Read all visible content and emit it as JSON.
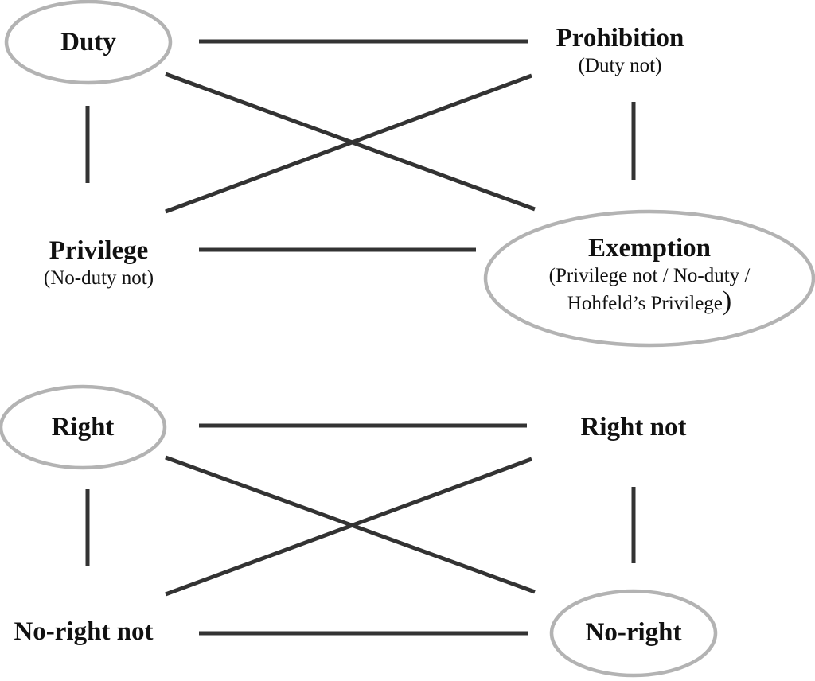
{
  "square_1": {
    "duty": {
      "name": "Duty"
    },
    "prohibition": {
      "name": "Prohibition",
      "gloss": "(Duty not)"
    },
    "privilege": {
      "name": "Privilege",
      "gloss": "(No-duty not)"
    },
    "exemption": {
      "name": "Exemption",
      "gloss_line1": "(Privilege not / No-duty /",
      "gloss_line2": "Hohfeld’s Privilege",
      "gloss_close": ")"
    }
  },
  "square_2": {
    "right": {
      "name": "Right"
    },
    "right_not": {
      "name": "Right not"
    },
    "no_right_not": {
      "name": "No-right not"
    },
    "no_right": {
      "name": "No-right"
    }
  },
  "colors": {
    "line": "#333333",
    "highlight_oval": "#b3b3b3",
    "text": "#111111",
    "background": "#ffffff"
  }
}
